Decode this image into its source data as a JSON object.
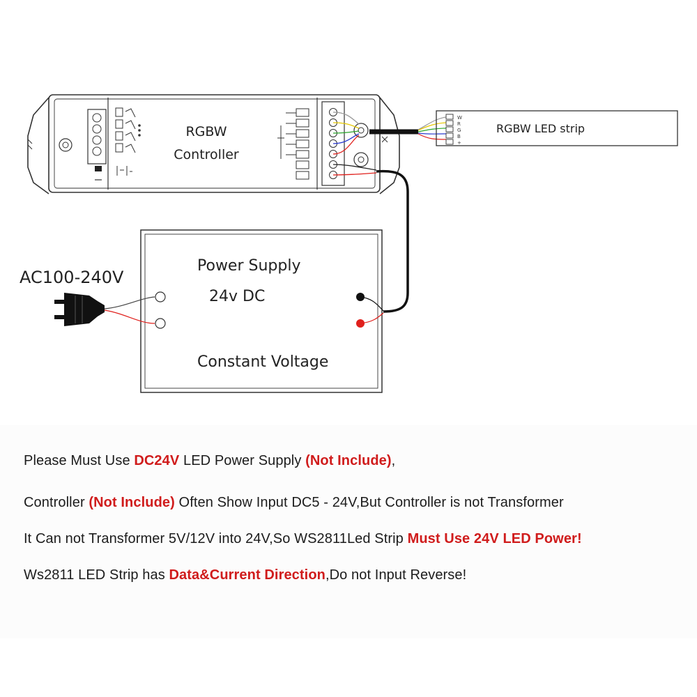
{
  "diagram": {
    "controller": {
      "line1": "RGBW",
      "line2": "Controller"
    },
    "led_strip": {
      "label": "RGBW LED strip",
      "pin_labels": [
        "W",
        "R",
        "G",
        "B",
        "+"
      ]
    },
    "power_supply": {
      "line1": "Power Supply",
      "line2": "24v DC",
      "line3": "Constant Voltage"
    },
    "ac_input": {
      "label": "AC100-240V"
    },
    "wire_colors": {
      "red": "#e0201c",
      "black": "#111111",
      "green": "#2aa52a",
      "blue": "#2a3ad0",
      "yellow": "#e6c800",
      "gray": "#9a9a9a"
    }
  },
  "notes": [
    {
      "segments": [
        {
          "text": "Please Must Use ",
          "highlight": false
        },
        {
          "text": "DC24V",
          "highlight": true
        },
        {
          "text": " LED Power Supply ",
          "highlight": false
        },
        {
          "text": "(Not Include)",
          "highlight": true
        },
        {
          "text": ",",
          "highlight": false
        }
      ]
    },
    {
      "segments": [
        {
          "text": "Controller ",
          "highlight": false
        },
        {
          "text": "(Not Include)",
          "highlight": true
        },
        {
          "text": " Often Show Input DC5 - 24V,But Controller is not Transformer",
          "highlight": false
        }
      ]
    },
    {
      "segments": [
        {
          "text": "It Can not Transformer 5V/12V into 24V,So WS2811Led Strip ",
          "highlight": false
        },
        {
          "text": "Must Use 24V LED Power!",
          "highlight": true
        }
      ]
    },
    {
      "segments": [
        {
          "text": "Ws2811 LED Strip has ",
          "highlight": false
        },
        {
          "text": "Data&Current Direction",
          "highlight": true
        },
        {
          "text": ",Do not Input Reverse!",
          "highlight": false
        }
      ]
    }
  ],
  "highlight_color": "#d01c1c"
}
